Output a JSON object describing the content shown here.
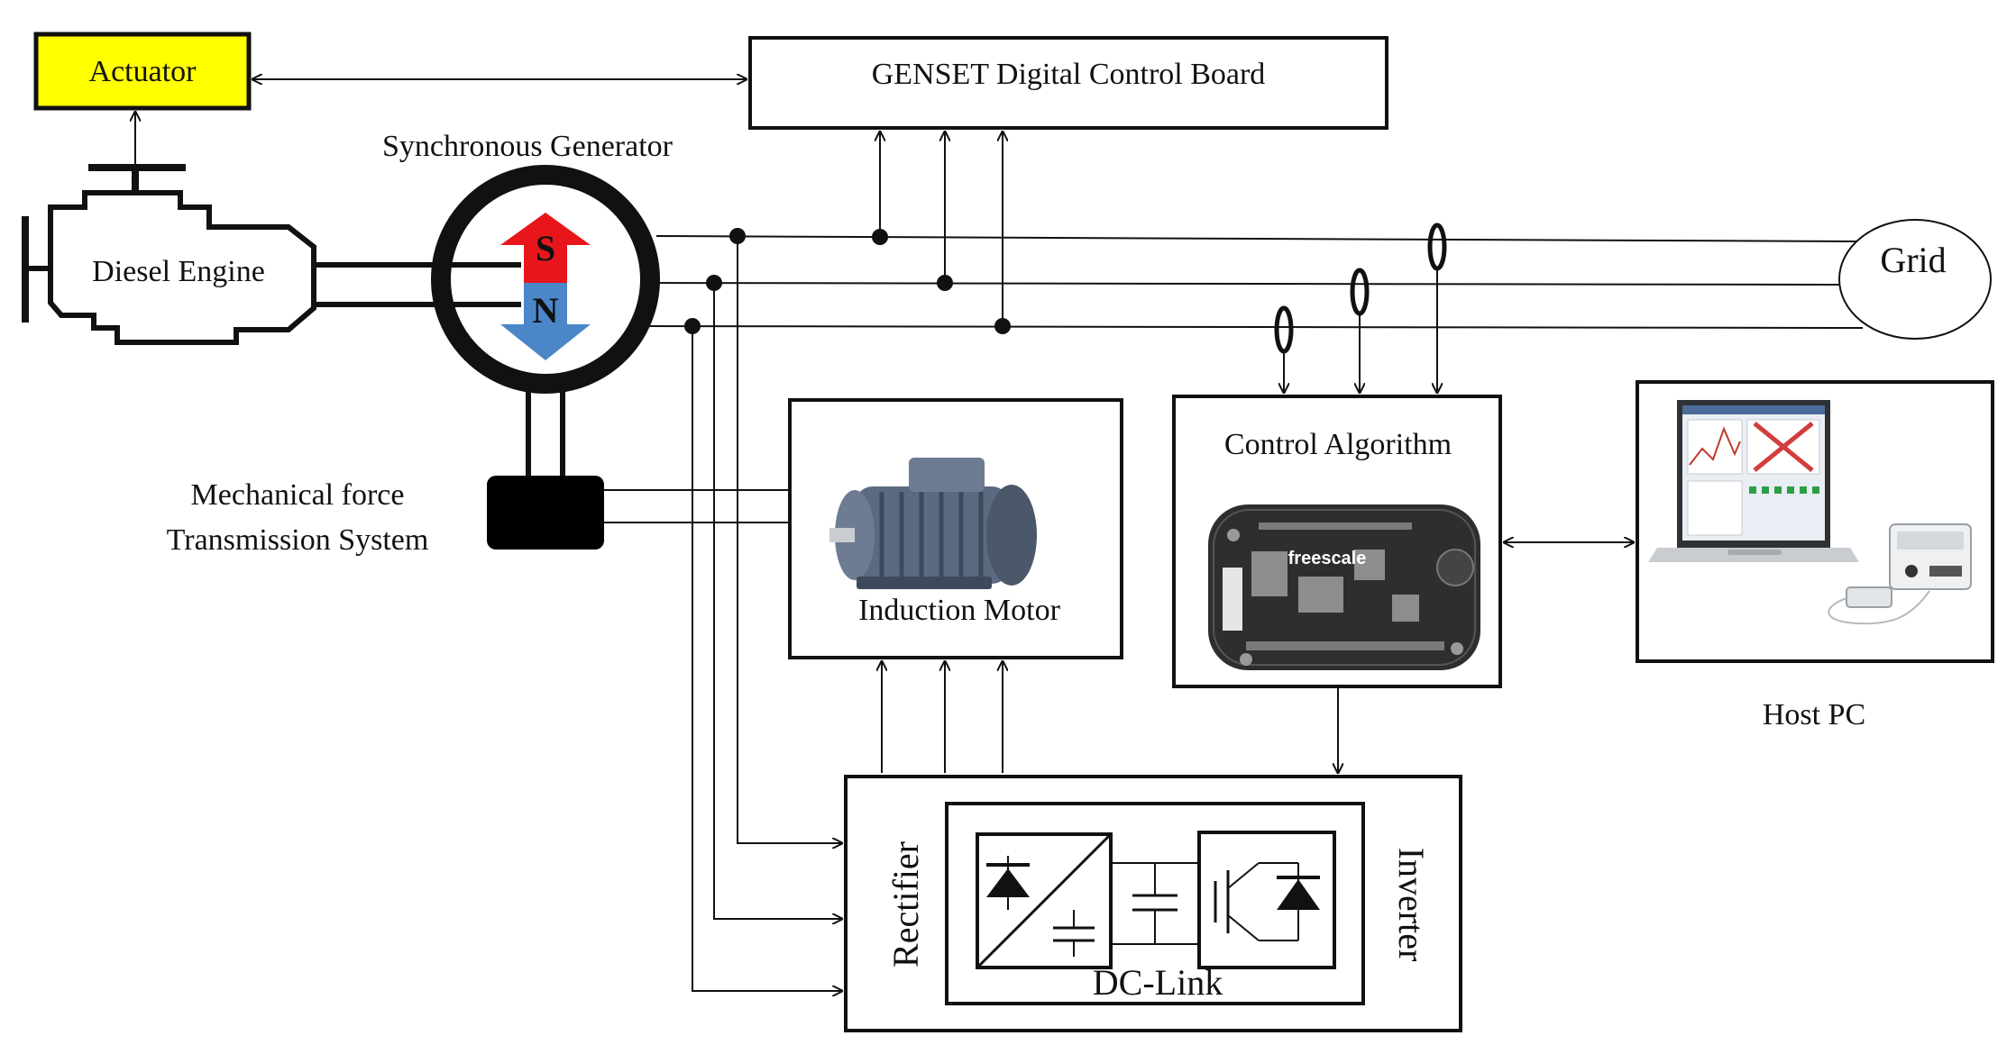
{
  "labels": {
    "actuator": "Actuator",
    "genset_board": "GENSET  Digital Control Board",
    "synchronous_generator": "Synchronous Generator",
    "diesel_engine": "Diesel Engine",
    "pole_s": "S",
    "pole_n": "N",
    "grid": "Grid",
    "mechanical_line1": "Mechanical force",
    "mechanical_line2": "Transmission System",
    "induction_motor": "Induction Motor",
    "control_algorithm": "Control Algorithm",
    "freescale": "freescale",
    "rectifier": "Rectifier",
    "inverter": "Inverter",
    "dc_link": "DC-Link",
    "host_pc": "Host PC"
  },
  "colors": {
    "actuator_fill": "#ffff00",
    "pole_s": "#e8161b",
    "pole_n": "#4a86c8",
    "line": "#111111",
    "motor_body": "#5b6a80",
    "board": "#2e2e2e"
  },
  "icons": {
    "motor": "induction-motor-photo",
    "board": "freescale-board-photo",
    "laptop": "laptop-photo",
    "diode": "diode-symbol",
    "capacitor": "capacitor-symbol",
    "igbt": "igbt-symbol"
  }
}
